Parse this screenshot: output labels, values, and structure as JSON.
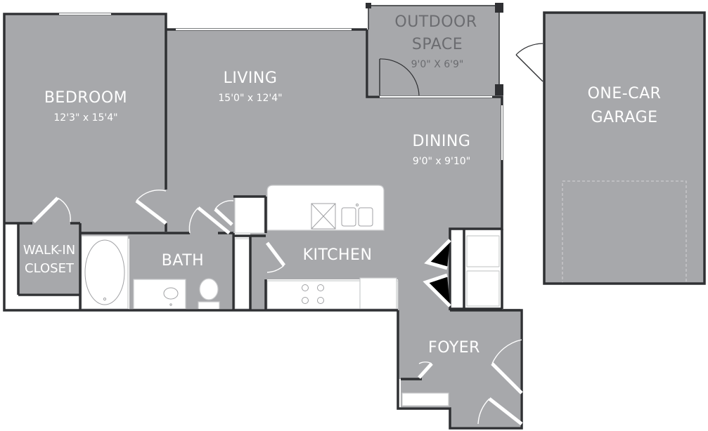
{
  "rooms": {
    "bedroom": {
      "name": "BEDROOM",
      "dims": "12'3\" x 15'4\""
    },
    "living": {
      "name": "LIVING",
      "dims": "15'0\" x 12'4\""
    },
    "outdoor": {
      "name_line1": "OUTDOOR",
      "name_line2": "SPACE",
      "dims": "9'0\" X 6'9\""
    },
    "dining": {
      "name": "DINING",
      "dims": "9'0\" x 9'10\""
    },
    "garage": {
      "name_line1": "ONE-CAR",
      "name_line2": "GARAGE"
    },
    "walkin": {
      "name_line1": "WALK-IN",
      "name_line2": "CLOSET"
    },
    "bath": {
      "name": "BATH"
    },
    "kitchen": {
      "name": "KITCHEN"
    },
    "foyer": {
      "name": "FOYER"
    }
  },
  "colors": {
    "floor": "#a7a8ab",
    "wall": "#2f3033",
    "fixture": "#ffffff"
  }
}
